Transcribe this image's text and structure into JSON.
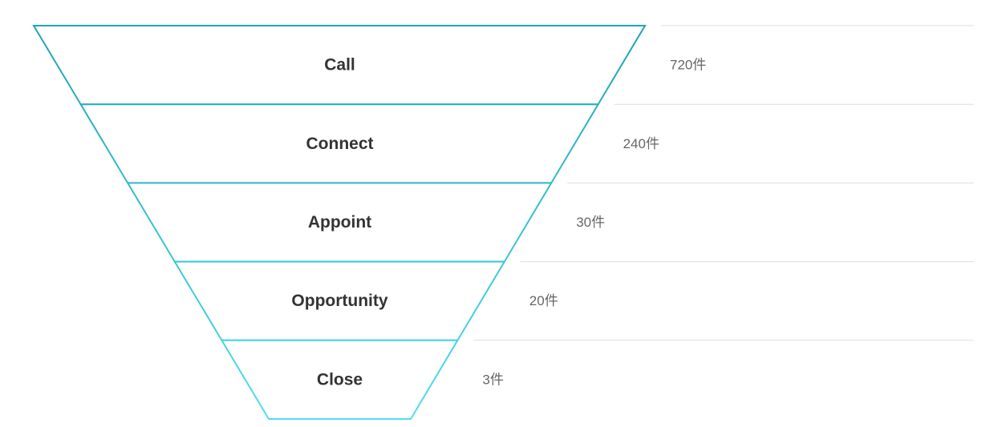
{
  "chart_data": {
    "type": "funnel",
    "unit_suffix": "件",
    "stages": [
      {
        "label": "Call",
        "value": 720,
        "value_text": "720件"
      },
      {
        "label": "Connect",
        "value": 240,
        "value_text": "240件"
      },
      {
        "label": "Appoint",
        "value": 30,
        "value_text": "30件"
      },
      {
        "label": "Opportunity",
        "value": 20,
        "value_text": "20件"
      },
      {
        "label": "Close",
        "value": 3,
        "value_text": "3件"
      }
    ],
    "stroke_gradient": [
      "#1fa3b5",
      "#4fdfee"
    ]
  }
}
